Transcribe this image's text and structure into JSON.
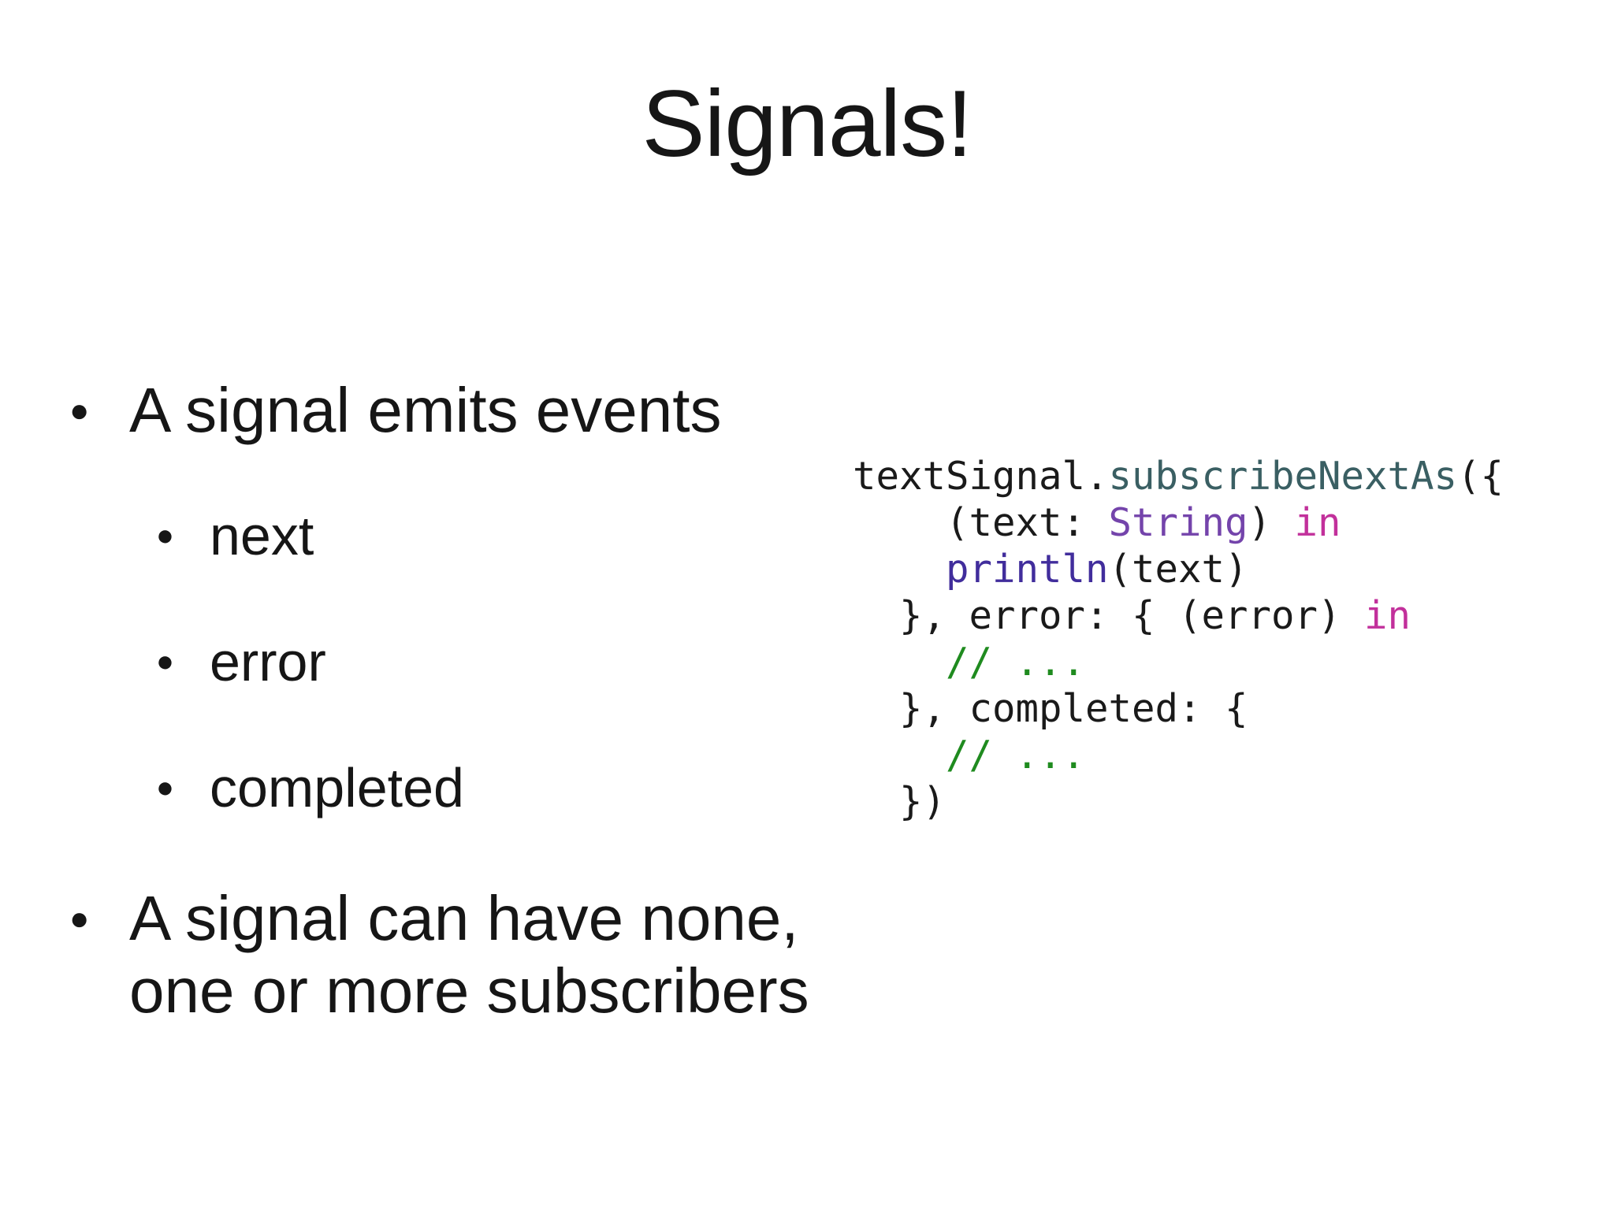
{
  "slide": {
    "title": "Signals!",
    "bullet_glyph": "●",
    "bullets": [
      {
        "label": "A signal emits events",
        "level": 1
      },
      {
        "label": "next",
        "level": 2
      },
      {
        "label": "error",
        "level": 2
      },
      {
        "label": "completed",
        "level": 2
      },
      {
        "label": "A signal can have none, one or more subscribers",
        "level": 1
      }
    ]
  },
  "code": {
    "colors": {
      "plain": "#1a1a1a",
      "method": "#3a5f63",
      "type": "#7444ab",
      "keyword": "#c2309b",
      "function": "#412d9c",
      "comment": "#1f8b1f"
    },
    "lines": [
      [
        {
          "t": "textSignal.",
          "c": "plain"
        },
        {
          "t": "subscribeNextAs",
          "c": "method"
        },
        {
          "t": "({",
          "c": "plain"
        }
      ],
      [
        {
          "t": "    (text: ",
          "c": "plain"
        },
        {
          "t": "String",
          "c": "type"
        },
        {
          "t": ") ",
          "c": "plain"
        },
        {
          "t": "in",
          "c": "keyword"
        }
      ],
      [
        {
          "t": "    ",
          "c": "plain"
        },
        {
          "t": "println",
          "c": "function"
        },
        {
          "t": "(text)",
          "c": "plain"
        }
      ],
      [
        {
          "t": "  }, error: { (error) ",
          "c": "plain"
        },
        {
          "t": "in",
          "c": "keyword"
        }
      ],
      [
        {
          "t": "    ",
          "c": "plain"
        },
        {
          "t": "// ...",
          "c": "comment"
        }
      ],
      [
        {
          "t": "  }, completed: {",
          "c": "plain"
        }
      ],
      [
        {
          "t": "    ",
          "c": "plain"
        },
        {
          "t": "// ...",
          "c": "comment"
        }
      ],
      [
        {
          "t": "  })",
          "c": "plain"
        }
      ]
    ]
  },
  "colors": {
    "background": "#ffffff",
    "text": "#161616"
  }
}
